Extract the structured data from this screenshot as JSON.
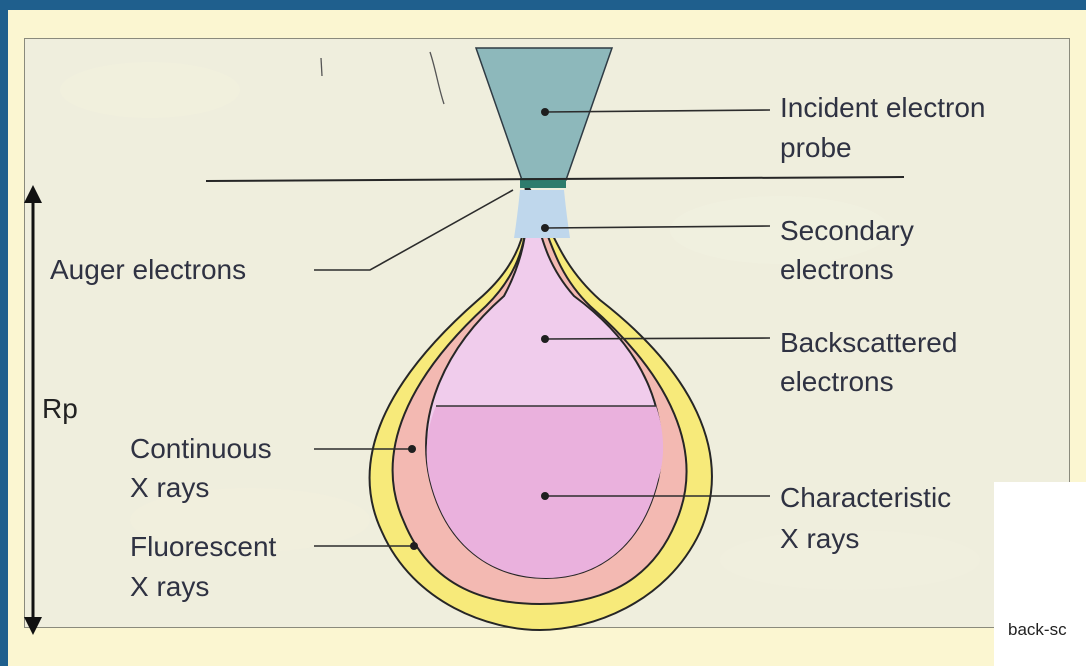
{
  "diagram": {
    "labels": {
      "incident_line1": "Incident electron",
      "incident_line2": "probe",
      "secondary_line1": "Secondary",
      "secondary_line2": "electrons",
      "auger": "Auger electrons",
      "backscattered_line1": "Backscattered",
      "backscattered_line2": "electrons",
      "rp": "Rp",
      "continuous_line1": "Continuous",
      "continuous_line2": "X rays",
      "characteristic_line1": "Characteristic",
      "characteristic_line2": "X rays",
      "fluorescent_line1": "Fluorescent",
      "fluorescent_line2": "X rays"
    },
    "inset_text": "back-sc"
  },
  "colors": {
    "page_background": "#1f5f8d",
    "slide_background": "#fbf6d1",
    "fluorescent_region": "#f7ea7a",
    "continuous_region": "#f3b9b2",
    "backscattered_region": "#f0ccec",
    "characteristic_region": "#eab1dd",
    "secondary_region": "#bfd7ec",
    "probe": "#8db8bb",
    "label_text": "#2f3242"
  }
}
